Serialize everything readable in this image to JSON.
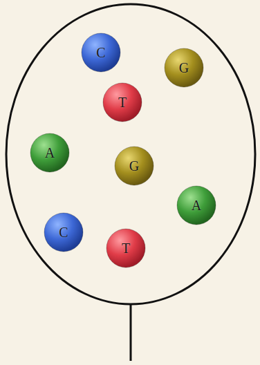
{
  "diagram": {
    "nodes": [
      {
        "text": [
          "C"
        ]
      },
      {
        "text": [
          "G"
        ]
      },
      {
        "text": [
          "T"
        ]
      },
      {
        "text": [
          "A"
        ]
      },
      {
        "text": [
          "G"
        ]
      },
      {
        "text": [
          "A"
        ]
      },
      {
        "text": [
          "C"
        ]
      },
      {
        "text": [
          "T"
        ]
      }
    ]
  }
}
